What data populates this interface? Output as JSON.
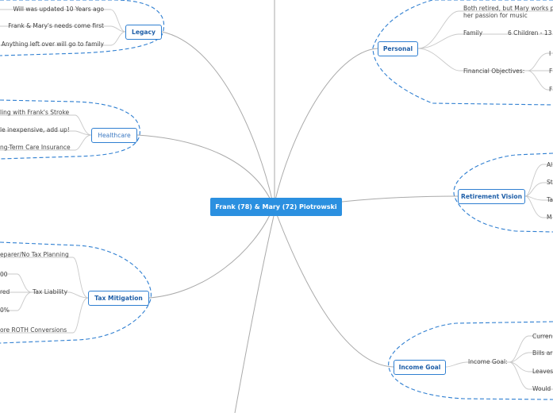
{
  "center": {
    "title": "Frank (78) & Mary (72) Piotrowski"
  },
  "branches": {
    "legacy": {
      "label": "Legacy",
      "items": [
        "Will was updated 10 Years ago",
        "Frank & Mary's needs come first",
        "Anything left over will go to family"
      ]
    },
    "healthcare": {
      "label": "Healthcare",
      "items": [
        "ling with Frank's Stroke",
        "le inexpensive, add up!",
        "ng-Term Care Insurance"
      ]
    },
    "tax": {
      "label": "Tax Mitigation",
      "items": [
        "eparer/No Tax Planning",
        "Tax Liability",
        "ore ROTH Conversions"
      ],
      "sub_items": [
        "00",
        "red",
        "0%"
      ]
    },
    "personal": {
      "label": "Personal",
      "items": [
        "Both retired, but Mary works p",
        "her passion for music",
        "Family",
        "6 Children - 13",
        "Financial Objectives:"
      ],
      "sub_items": [
        "I",
        "F",
        "F"
      ]
    },
    "retirement": {
      "label": "Retirement Vision",
      "items": [
        "Al",
        "St",
        "Ta",
        "M"
      ]
    },
    "income": {
      "label": "Income Goal",
      "items": [
        "Income Goal:"
      ],
      "sub_items": [
        "Curren",
        "Bills ar",
        "Leaves",
        "Would I"
      ]
    }
  }
}
